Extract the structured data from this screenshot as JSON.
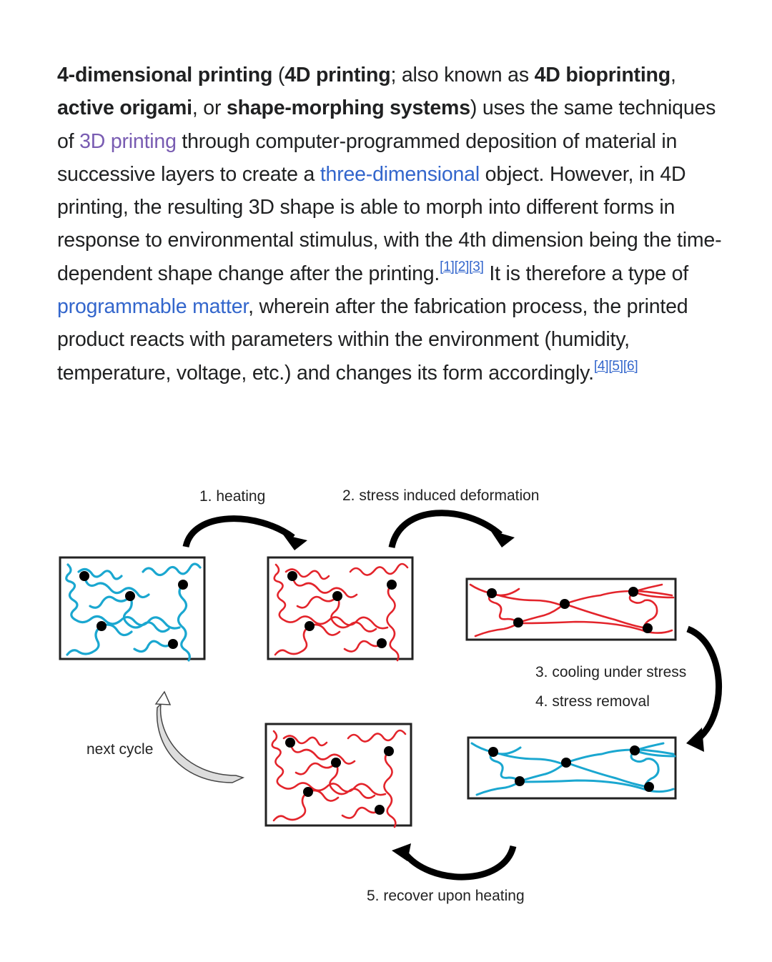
{
  "article": {
    "segments": {
      "s1_bold": "4-dimensional printing",
      "s2": " (",
      "s3_bold": "4D printing",
      "s4": "; also known as ",
      "s5_bold": "4D bioprinting",
      "s6": ", ",
      "s7_bold": "active origami",
      "s8": ", or ",
      "s9_bold": "shape-morphing systems",
      "s10": ") uses the same techniques of ",
      "s11_link": "3D printing",
      "s12": " through computer-programmed deposition of material in successive layers to create a ",
      "s13_link": "three-dimensional",
      "s14": " object. However, in 4D printing, the resulting 3D shape is able to morph into different forms in response to environmental stimulus, with the 4th dimension being the time-dependent shape change after the printing.",
      "s15_refs": "[1][2][3]",
      "s16": " It is therefore a type of ",
      "s17_link": "programmable matter",
      "s18": ", wherein after the fabrication process, the printed product reacts with parameters within the environment (humidity, temperature, voltage, etc.) and changes its form accordingly.",
      "s19_refs": "[4][5][6]"
    },
    "colors": {
      "text": "#202122",
      "link": "#3366cc",
      "visited_link": "#795cb2"
    }
  },
  "figure": {
    "labels": {
      "step1": "1. heating",
      "step2": "2. stress induced deformation",
      "step3": "3. cooling under stress",
      "step4": "4. stress removal",
      "step5": "5. recover upon heating",
      "next": "next cycle"
    },
    "colors": {
      "cold_chain": "#1aa7d0",
      "hot_chain": "#e3242b",
      "crosslink": "#000000"
    }
  }
}
